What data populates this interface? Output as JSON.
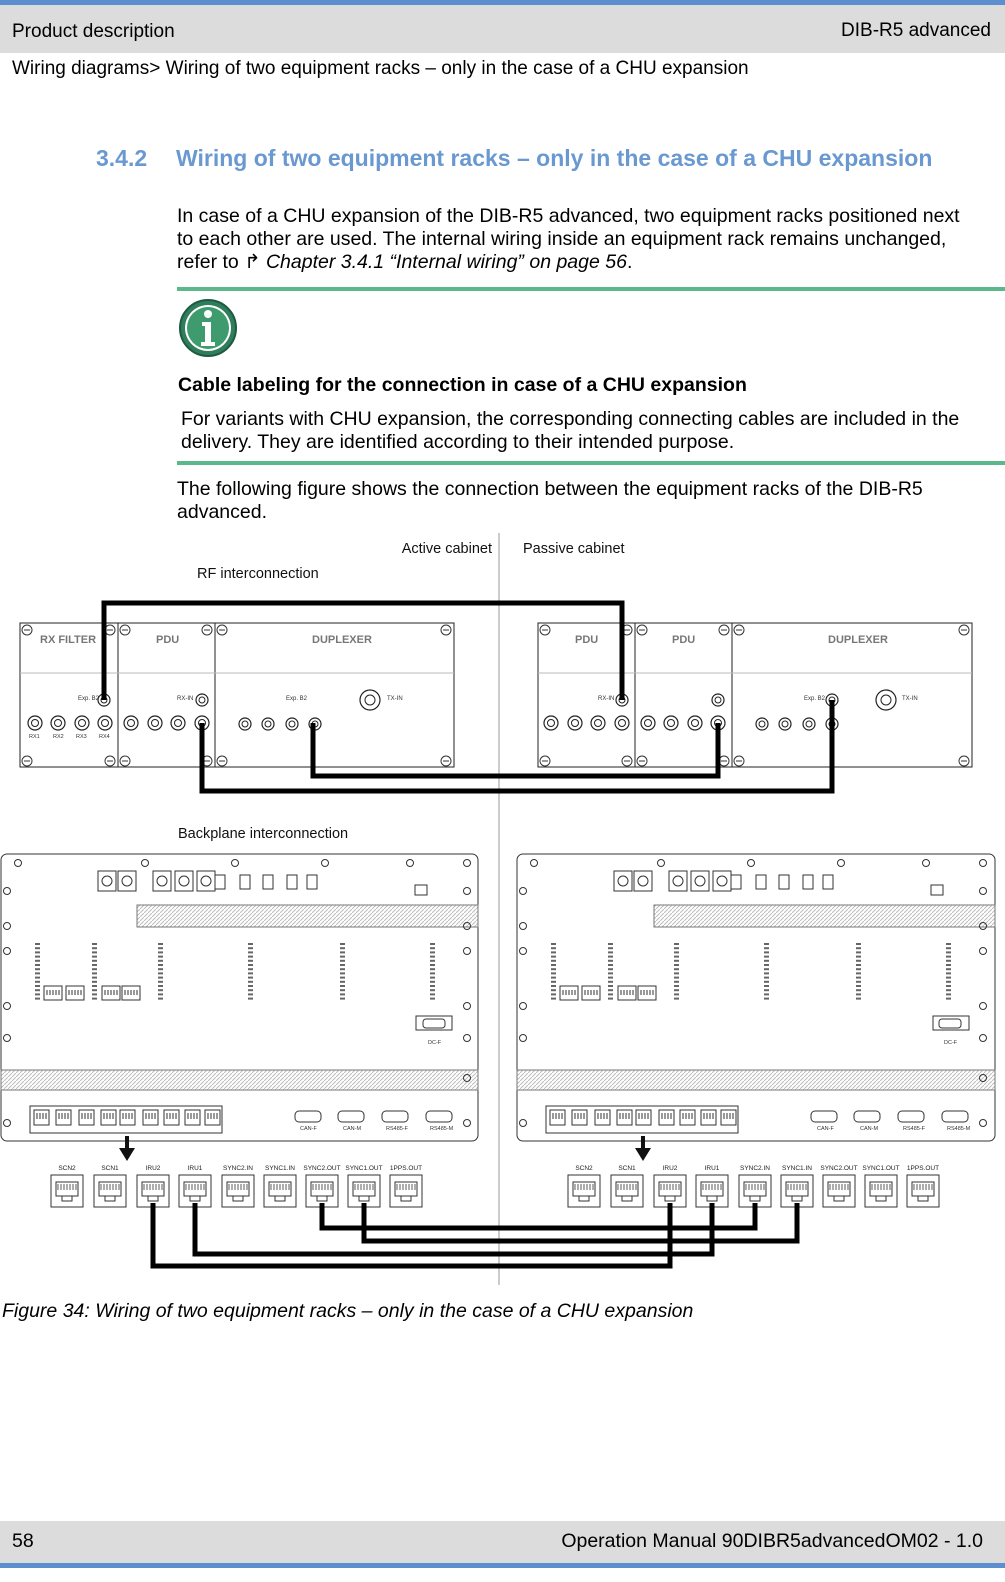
{
  "header": {
    "left": "Product description",
    "right": "DIB-R5 advanced",
    "breadcrumb": "Wiring diagrams> Wiring of two equipment racks – only in the case of a CHU expansion"
  },
  "section": {
    "number": "3.4.2",
    "title": "Wiring of two equipment racks – only in the case of a CHU expansion"
  },
  "intro": {
    "text": "In case of a CHU expansion of the DIB-R5 advanced, two equipment racks positioned next to each other are used. The internal wiring inside an equipment rack remains unchanged, refer to ",
    "link_icon": "link-arrow-icon",
    "link": "Chapter 3.4.1 “Internal wiring” on page 56",
    "end": "."
  },
  "note": {
    "icon": "info-icon",
    "title": "Cable labeling for the connection in case of a CHU expansion",
    "text": "For variants with CHU expansion, the corresponding connecting cables are included in the delivery. They are identified according to their intended purpose."
  },
  "figure_intro": "The following figure shows the connection between the equipment racks of the DIB-R5 advanced.",
  "figure": {
    "label_active": "Active cabinet",
    "label_passive": "Passive cabinet",
    "label_rf": "RF interconnection",
    "label_backplane": "Backplane interconnection",
    "left_rack": {
      "rx_filter": "RX FILTER",
      "pdu": "PDU",
      "duplexer": "DUPLEXER",
      "exp_b2": "Exp. B2",
      "rx_in": "RX-IN",
      "tx_in": "TX-IN",
      "rx1": "RX1",
      "rx2": "RX2",
      "rx3": "RX3",
      "rx4": "RX4"
    },
    "right_rack": {
      "pdu1": "PDU",
      "pdu2": "PDU",
      "duplexer": "DUPLEXER",
      "rx_in": "RX-IN",
      "exp_b2": "Exp. B2",
      "tx_in": "TX-IN"
    },
    "ports": [
      "SCN2",
      "SCN1",
      "IRU2",
      "IRU1",
      "SYNC2.IN",
      "SYNC1.IN",
      "SYNC2.OUT",
      "SYNC1.OUT",
      "1PPS.OUT"
    ],
    "backplane": {
      "dc_f": "DC-F",
      "can_f": "CAN-F",
      "can_m": "CAN-M",
      "rs485_f": "RS485-F",
      "rs485_m": "RS485-M"
    },
    "caption": "Figure 34: Wiring of two equipment racks – only in the case of a CHU expansion"
  },
  "footer": {
    "page": "58",
    "doc": "Operation Manual 90DIBR5advancedOM02 - 1.0"
  },
  "colors": {
    "accent_blue": "#5b8fd0",
    "title_blue": "#6a98d0",
    "note_green": "#5cb88a",
    "bar_gray": "#dcdcdc"
  }
}
